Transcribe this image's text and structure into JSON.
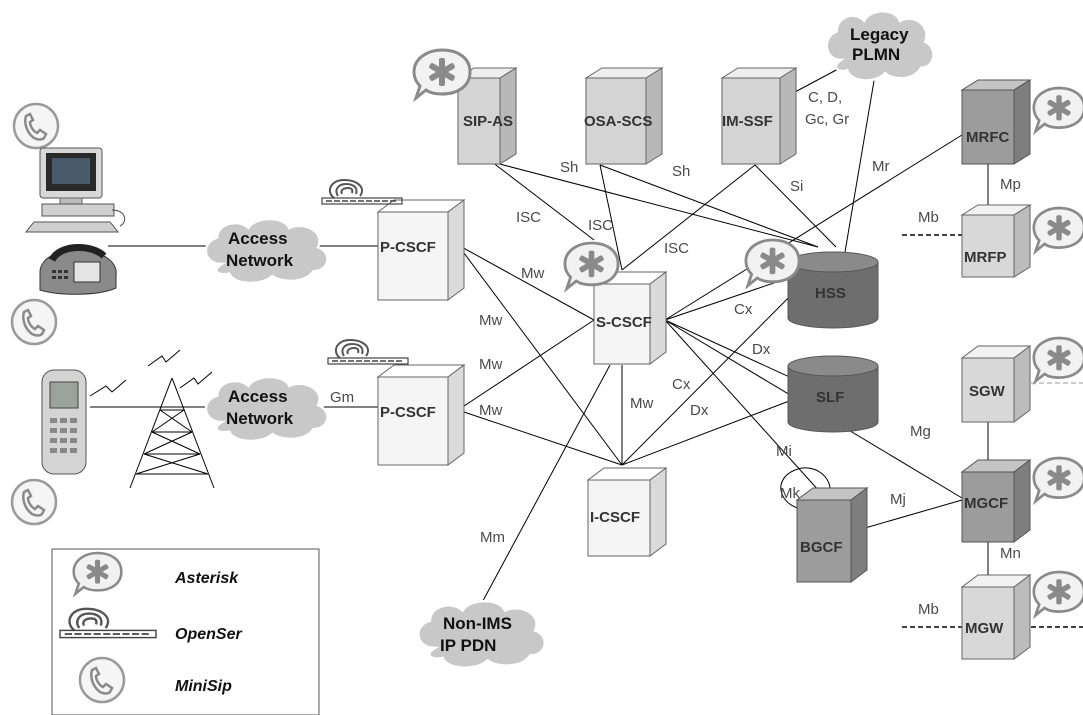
{
  "nodes": {
    "sip_as": "SIP-AS",
    "osa_scs": "OSA-SCS",
    "im_ssf": "IM-SSF",
    "mrfc": "MRFC",
    "mrfp": "MRFP",
    "p_cscf_1": "P-CSCF",
    "p_cscf_2": "P-CSCF",
    "s_cscf": "S-CSCF",
    "i_cscf": "I-CSCF",
    "hss": "HSS",
    "slf": "SLF",
    "sgw": "SGW",
    "mgcf": "MGCF",
    "bgcf": "BGCF",
    "mgw": "MGW"
  },
  "clouds": {
    "legacy_plmn": [
      "Legacy",
      "PLMN"
    ],
    "access_network_1": [
      "Access",
      "Network"
    ],
    "access_network_2": [
      "Access",
      "Network"
    ],
    "non_ims": [
      "Non-IMS",
      "IP PDN"
    ]
  },
  "interfaces": {
    "sh_1": "Sh",
    "sh_2": "Sh",
    "isc_1": "ISC",
    "isc_2": "ISC",
    "isc_3": "ISC",
    "si": "Si",
    "mr": "Mr",
    "cdgcgr_1": "C, D,",
    "cdgcgr_2": "Gc, Gr",
    "mp": "Mp",
    "mb_1": "Mb",
    "mb_2": "Mb",
    "mw_1": "Mw",
    "mw_2": "Mw",
    "mw_3": "Mw",
    "mw_4": "Mw",
    "mw_5": "Mw",
    "cx_1": "Cx",
    "cx_2": "Cx",
    "dx_1": "Dx",
    "dx_2": "Dx",
    "gm": "Gm",
    "mi": "Mi",
    "mg": "Mg",
    "mk": "Mk",
    "mj": "Mj",
    "mn": "Mn",
    "mm": "Mm"
  },
  "openser_logo_text": "OPENSER",
  "legend": {
    "asterisk": "Asterisk",
    "openser": "OpenSer",
    "minisip": "MiniSip"
  },
  "colors": {
    "box_light": "#d9d9d9",
    "box_lighter": "#f0f0f0",
    "box_dark": "#9a9a9a",
    "db_dark": "#6e6e6e",
    "cloud": "#c8c8c8"
  }
}
